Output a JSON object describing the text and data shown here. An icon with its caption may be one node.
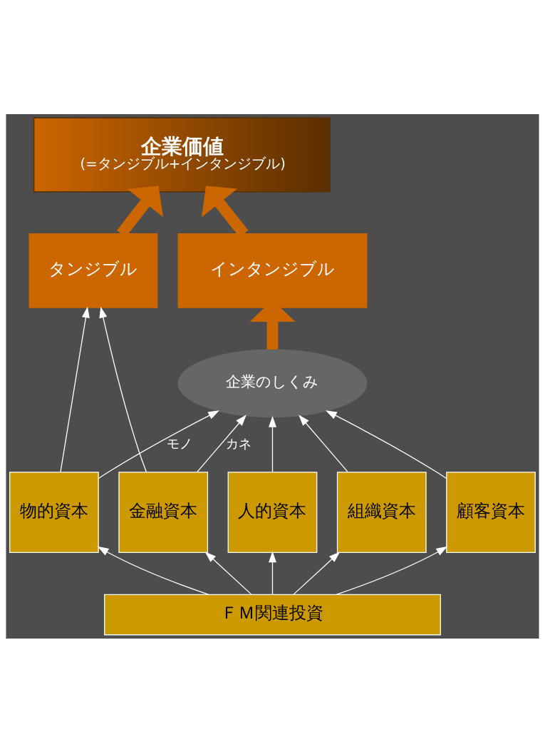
{
  "diagram": {
    "nodes": [
      {
        "text": [
          "企業価値",
          "(=タンジブル+インタンジブル)"
        ]
      },
      {
        "text": [
          "タンジブル"
        ]
      },
      {
        "text": [
          "インタンジブル"
        ]
      },
      {
        "text": [
          "企業のしくみ"
        ]
      },
      {
        "text": [
          "金融資本"
        ]
      },
      {
        "text": [
          "物的資本"
        ]
      },
      {
        "text": [
          "顧客資本"
        ]
      },
      {
        "text": [
          "人的資本"
        ]
      },
      {
        "text": [
          "組織資本"
        ]
      },
      {
        "text": [
          "ＦＭ関連投資"
        ]
      }
    ],
    "edges": [
      {
        "from": 1,
        "to": 0,
        "arrow": "to",
        "style": "thick",
        "color": "#cc6600"
      },
      {
        "from": 2,
        "to": 0,
        "arrow": "to",
        "style": "thick",
        "color": "#cc6600"
      },
      {
        "from": 3,
        "to": 2,
        "arrow": "to",
        "style": "thick",
        "color": "#cc6600"
      },
      {
        "from": 4,
        "to": 1,
        "arrow": "to"
      },
      {
        "from": 5,
        "to": 1,
        "arrow": "to"
      },
      {
        "from": 4,
        "to": 3,
        "arrow": "to",
        "label": "カネ"
      },
      {
        "from": 5,
        "to": 3,
        "arrow": "to",
        "label": "モノ"
      },
      {
        "from": 6,
        "to": 3,
        "arrow": "to"
      },
      {
        "from": 7,
        "to": 3,
        "arrow": "to"
      },
      {
        "from": 8,
        "to": 3,
        "arrow": "to"
      },
      {
        "from": 9,
        "to": 4,
        "arrow": "to"
      },
      {
        "from": 9,
        "to": 5,
        "arrow": "to"
      },
      {
        "from": 9,
        "to": 6,
        "arrow": "to"
      },
      {
        "from": 9,
        "to": 7,
        "arrow": "to"
      },
      {
        "from": 9,
        "to": 8,
        "arrow": "to"
      }
    ]
  }
}
